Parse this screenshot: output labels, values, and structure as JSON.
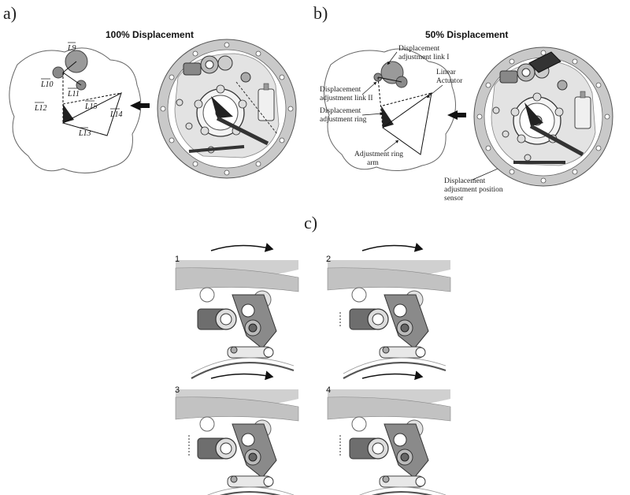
{
  "panel_labels": {
    "a": "a)",
    "b": "b)",
    "c": "c)"
  },
  "panel_a": {
    "title": "100% Displacement",
    "vectors": [
      "L9",
      "L10",
      "L11",
      "L12",
      "L13",
      "L14",
      "L15"
    ]
  },
  "panel_b": {
    "title": "50% Displacement",
    "labels": {
      "link1_l1": "Displacement",
      "link1_l2": "adjustment link I",
      "link2_l1": "Displacement",
      "link2_l2": "adjustment link II",
      "ring_l1": "Displacement",
      "ring_l2": "adjustment ring",
      "arm_l1": "Adjustment ring",
      "arm_l2": "arm",
      "act_l1": "Linear",
      "act_l2": "Actuator",
      "sensor_l1": "Displacement",
      "sensor_l2": "adjustment position",
      "sensor_l3": "sensor"
    }
  },
  "panel_c": {
    "frames": [
      "1",
      "2",
      "3",
      "4"
    ]
  }
}
